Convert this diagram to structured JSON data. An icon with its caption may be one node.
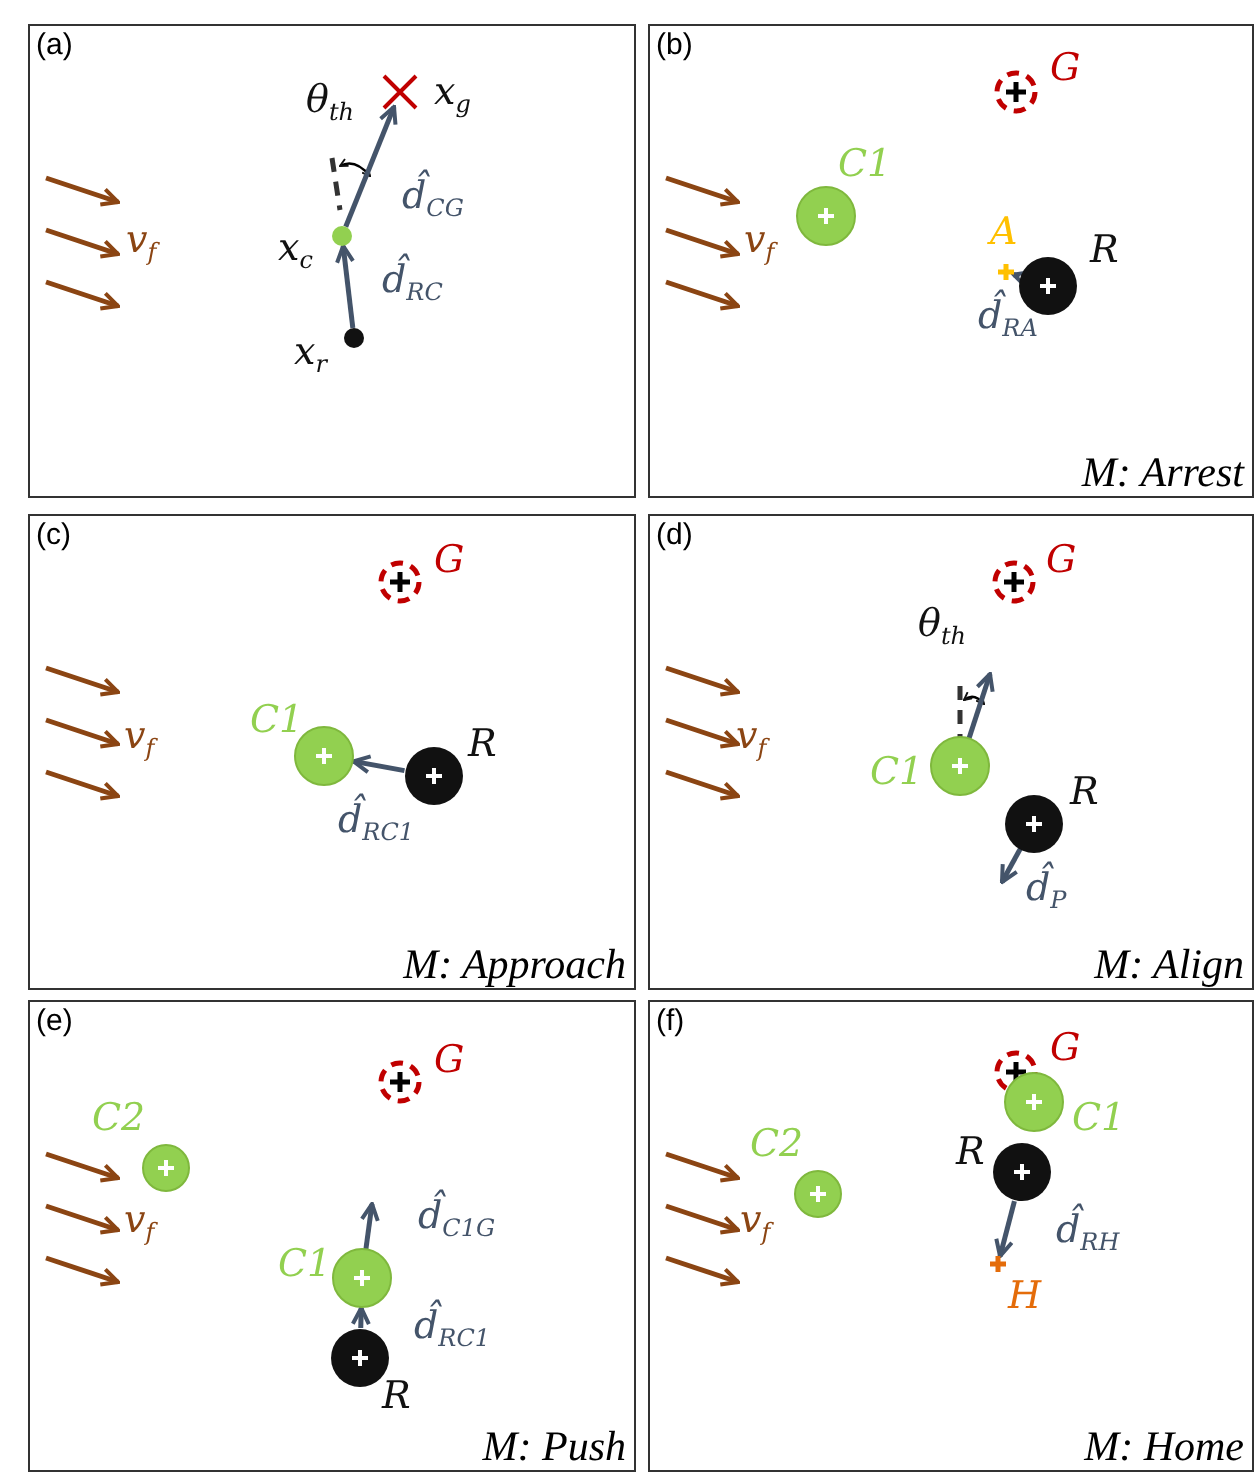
{
  "diagram": {
    "nodes": [
      {
        "text": [
          "(a)"
        ]
      },
      {
        "text": [
          "x$_{g}$"
        ],
        "in": 0
      },
      {
        "text": [
          "x$_{c}$"
        ],
        "in": 0
      },
      {
        "text": [
          "x$_{r}$"
        ],
        "in": 0
      },
      {
        "text": [
          "(b)",
          "*M*: *Arrest*"
        ]
      },
      {
        "text": [
          "G"
        ],
        "in": 4
      },
      {
        "text": [
          "C1"
        ],
        "in": 4
      },
      {
        "text": [
          "A"
        ],
        "in": 4
      },
      {
        "text": [
          "R"
        ],
        "in": 4
      },
      {
        "text": [
          "(c)",
          "*M*: *Approach*"
        ]
      },
      {
        "text": [
          "G"
        ],
        "in": 9
      },
      {
        "text": [
          "C1"
        ],
        "in": 9
      },
      {
        "text": [
          "R"
        ],
        "in": 9
      },
      {
        "text": [
          "(d)",
          "*M*: *Align*"
        ]
      },
      {
        "text": [
          "G"
        ],
        "in": 13
      },
      {
        "text": [
          "C1"
        ],
        "in": 13
      },
      {
        "text": [
          "R"
        ],
        "in": 13
      },
      {
        "text": [
          "(e)",
          "*M*: *Push*"
        ]
      },
      {
        "text": [
          "G"
        ],
        "in": 17
      },
      {
        "text": [
          "C2"
        ],
        "in": 17
      },
      {
        "text": [
          "C1"
        ],
        "in": 17
      },
      {
        "text": [
          "R"
        ],
        "in": 17
      },
      {
        "text": [
          "(f)",
          "*M*: *Home*"
        ]
      },
      {
        "text": [
          "G"
        ],
        "in": 22
      },
      {
        "text": [
          "C1"
        ],
        "in": 22
      },
      {
        "text": [
          "C2"
        ],
        "in": 22
      },
      {
        "text": [
          "R"
        ],
        "in": 22
      },
      {
        "text": [
          "H"
        ],
        "in": 22
      }
    ],
    "edges": [
      {
        "from": 3,
        "to": 2,
        "arrow": "to",
        "label": "d̂$_{RC}$"
      },
      {
        "from": 2,
        "to": 1,
        "arrow": "to",
        "label": "d̂$_{CG}$"
      },
      {
        "from": 8,
        "to": 7,
        "arrow": "to",
        "label": "d̂$_{RA}$"
      },
      {
        "from": 12,
        "to": 11,
        "arrow": "to",
        "label": "d̂$_{RC1}$"
      },
      {
        "from": 15,
        "to": null,
        "arrow": "to"
      },
      {
        "from": 16,
        "to": null,
        "arrow": "to",
        "label": "d̂$_{P}$"
      },
      {
        "from": 21,
        "to": 20,
        "arrow": "to",
        "label": "d̂$_{RC1}$"
      },
      {
        "from": 20,
        "to": null,
        "arrow": "to",
        "label": "d̂$_{C1G}$"
      },
      {
        "from": 26,
        "to": 27,
        "arrow": "to",
        "label": "d̂$_{RH}$"
      }
    ],
    "labels": [
      "θ$_{th}$",
      "v$_{f}$",
      "v$_{f}$",
      "v$_{f}$",
      "θ$_{th}$",
      "v$_{f}$",
      "v$_{f}$",
      "v$_{f}$"
    ]
  }
}
